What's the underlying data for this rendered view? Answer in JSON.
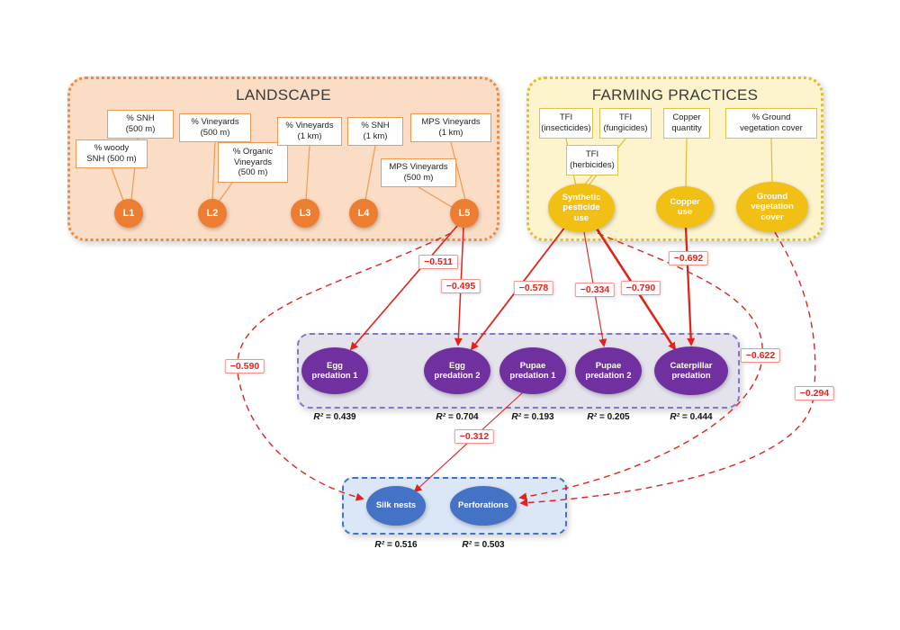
{
  "landscape": {
    "title": "LANDSCAPE",
    "indicators": [
      {
        "label": "% SNH\n(500 m)"
      },
      {
        "label": "% woody\nSNH (500 m)"
      },
      {
        "label": "% Vineyards\n(500 m)"
      },
      {
        "label": "% Organic\nVineyards\n(500 m)"
      },
      {
        "label": "% Vineyards\n(1 km)"
      },
      {
        "label": "% SNH\n(1 km)"
      },
      {
        "label": "MPS Vineyards\n(1 km)"
      },
      {
        "label": "MPS Vineyards\n(500 m)"
      }
    ],
    "latents": [
      {
        "label": "L1"
      },
      {
        "label": "L2"
      },
      {
        "label": "L3"
      },
      {
        "label": "L4"
      },
      {
        "label": "L5"
      }
    ]
  },
  "farming": {
    "title": "FARMING PRACTICES",
    "indicators": [
      {
        "label": "TFI\n(insecticides)"
      },
      {
        "label": "TFI\n(fungicides)"
      },
      {
        "label": "TFI\n(herbicides)"
      },
      {
        "label": "Copper\nquantity"
      },
      {
        "label": "% Ground\nvegetation cover"
      }
    ],
    "latents": [
      {
        "label": "Synthetic\npesticide\nuse"
      },
      {
        "label": "Copper\nuse"
      },
      {
        "label": "Ground\nvegetation\ncover"
      }
    ]
  },
  "predation": {
    "nodes": [
      {
        "label": "Egg\npredation 1",
        "r2_sym": "R²",
        "r2_val": "= 0.439"
      },
      {
        "label": "Egg\npredation 2",
        "r2_sym": "R²",
        "r2_val": "= 0.704"
      },
      {
        "label": "Pupae\npredation 1",
        "r2_sym": "R²",
        "r2_val": "= 0.193"
      },
      {
        "label": "Pupae\npredation 2",
        "r2_sym": "R²",
        "r2_val": "= 0.205"
      },
      {
        "label": "Caterpillar\npredation",
        "r2_sym": "R²",
        "r2_val": "= 0.444"
      }
    ]
  },
  "damage": {
    "nodes": [
      {
        "label": "Silk nests",
        "r2_sym": "R²",
        "r2_val": "= 0.516"
      },
      {
        "label": "Perforations",
        "r2_sym": "R²",
        "r2_val": "= 0.503"
      }
    ]
  },
  "edges": [
    {
      "from": "L5",
      "to": "Egg predation 1",
      "value": "−0.511",
      "style": "solid"
    },
    {
      "from": "L5",
      "to": "Egg predation 2",
      "value": "−0.495",
      "style": "solid"
    },
    {
      "from": "Synthetic pesticide use",
      "to": "Egg predation 2",
      "value": "−0.578",
      "style": "solid"
    },
    {
      "from": "Synthetic pesticide use",
      "to": "Pupae predation 2",
      "value": "−0.334",
      "style": "solid"
    },
    {
      "from": "Synthetic pesticide use",
      "to": "Caterpillar predation",
      "value": "−0.790",
      "style": "solid"
    },
    {
      "from": "Copper use",
      "to": "Caterpillar predation",
      "value": "−0.692",
      "style": "solid"
    },
    {
      "from": "Pupae predation 1",
      "to": "Silk nests",
      "value": "−0.312",
      "style": "solid"
    },
    {
      "from": "L5",
      "to": "Silk nests",
      "value": "−0.590",
      "style": "dashed"
    },
    {
      "from": "Synthetic pesticide use",
      "to": "Perforations",
      "value": "−0.622",
      "style": "dashed"
    },
    {
      "from": "Ground vegetation cover",
      "to": "Perforations",
      "value": "−0.294",
      "style": "dashed"
    }
  ],
  "colors": {
    "landscape_accent": "#ed7d31",
    "farming_accent": "#e6c13c",
    "predation_accent": "#7030a0",
    "damage_accent": "#4472c4",
    "path_red": "#e0231c"
  }
}
